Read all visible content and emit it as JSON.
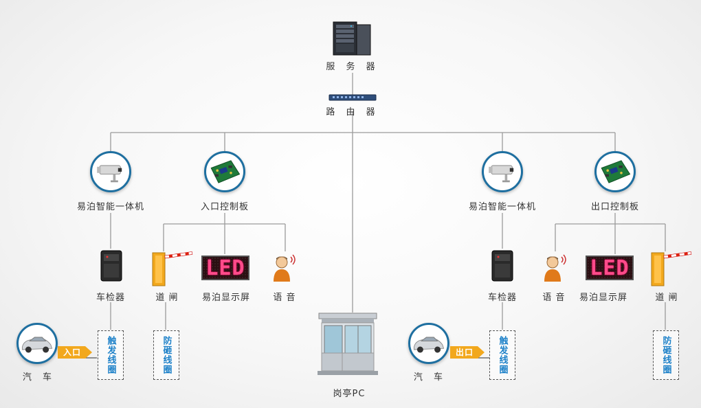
{
  "server": {
    "label": "服 务 器"
  },
  "router": {
    "label": "路 由 器"
  },
  "booth": {
    "label": "岗亭PC"
  },
  "left": {
    "camera_label": "易泊智能一体机",
    "board_label": "入口控制板",
    "detector_label": "车检器",
    "gate_label": "道 闸",
    "led_label": "易泊显示屏",
    "led_text": "LED",
    "voice_label": "语 音",
    "car_label": "汽 车",
    "direction_label": "入口",
    "trigger_coil": "触发线圈",
    "guard_coil": "防砸线圈"
  },
  "right": {
    "camera_label": "易泊智能一体机",
    "board_label": "出口控制板",
    "detector_label": "车检器",
    "gate_label": "道 闸",
    "led_label": "易泊显示屏",
    "led_text": "LED",
    "voice_label": "语 音",
    "car_label": "汽 车",
    "direction_label": "出口",
    "trigger_coil": "触发线圈",
    "guard_coil": "防砸线圈"
  }
}
